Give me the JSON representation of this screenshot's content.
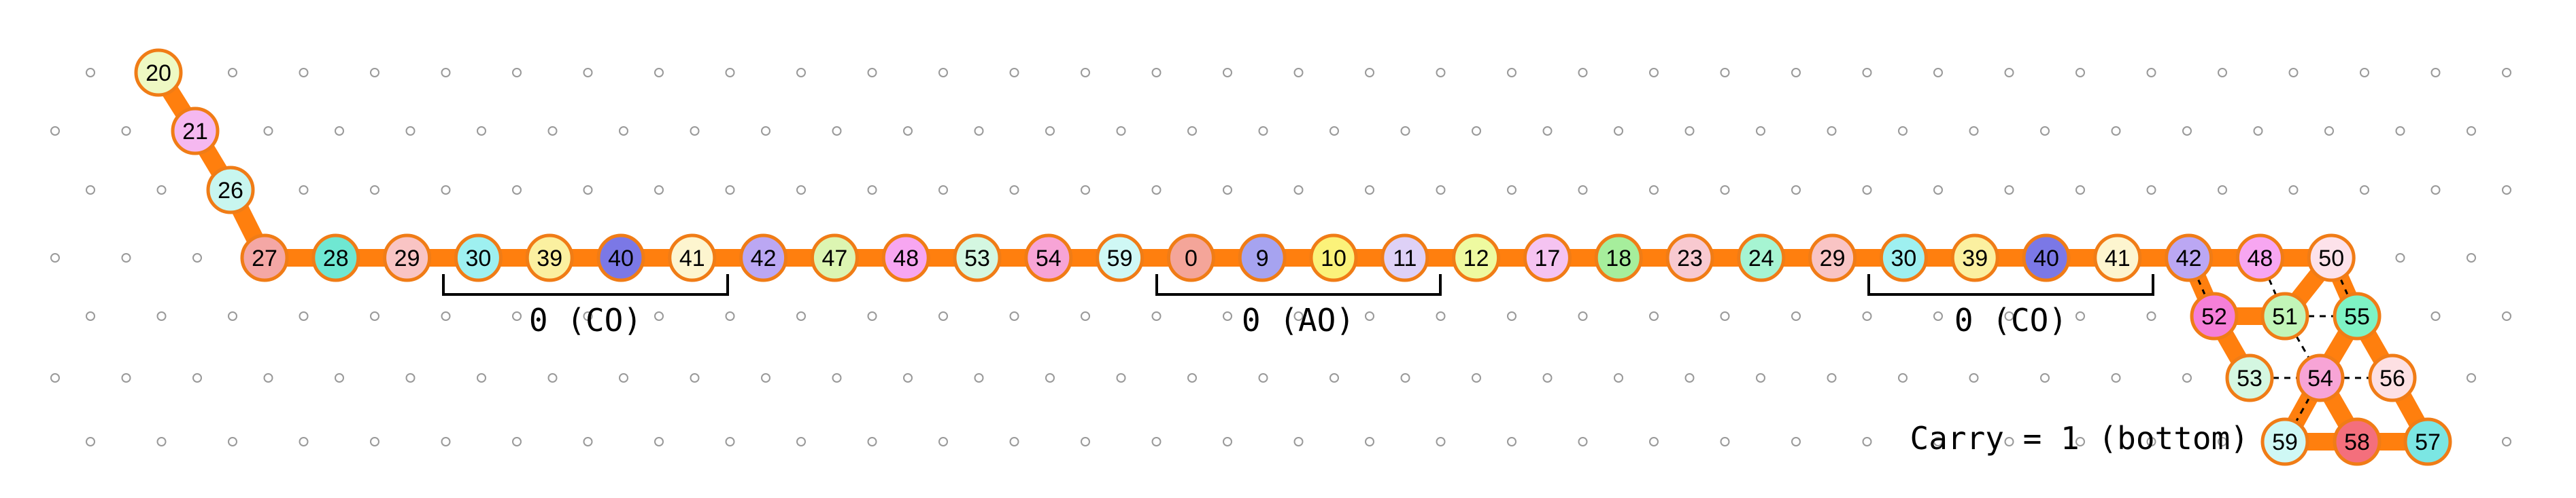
{
  "colors": {
    "path": "#ff7f0e",
    "dot": "#999999",
    "node_border": "#f07c16"
  },
  "path_nodes": [
    {
      "label": "20",
      "color": "#eef9c3"
    },
    {
      "label": "21",
      "color": "#f5b8f0"
    },
    {
      "label": "26",
      "color": "#c8f6ef"
    },
    {
      "label": "27",
      "color": "#f4a7a5"
    },
    {
      "label": "28",
      "color": "#6fe7d2"
    },
    {
      "label": "29",
      "color": "#f9c4c4"
    },
    {
      "label": "30",
      "color": "#9ef0f0"
    },
    {
      "label": "39",
      "color": "#fbf0a0"
    },
    {
      "label": "40",
      "color": "#7b78e6"
    },
    {
      "label": "41",
      "color": "#fdf5cf"
    },
    {
      "label": "42",
      "color": "#bba7f3"
    },
    {
      "label": "47",
      "color": "#dcf5b2"
    },
    {
      "label": "48",
      "color": "#f7a6f1"
    },
    {
      "label": "53",
      "color": "#d4f7e1"
    },
    {
      "label": "54",
      "color": "#f7a4d6"
    },
    {
      "label": "59",
      "color": "#cff8f5"
    },
    {
      "label": "0",
      "color": "#f4a599"
    },
    {
      "label": "9",
      "color": "#a6a3f0"
    },
    {
      "label": "10",
      "color": "#fbf27a"
    },
    {
      "label": "11",
      "color": "#ded1f7"
    },
    {
      "label": "12",
      "color": "#eefaa0"
    },
    {
      "label": "17",
      "color": "#f5c3f1"
    },
    {
      "label": "18",
      "color": "#a6ee9c"
    },
    {
      "label": "23",
      "color": "#f8c9d0"
    },
    {
      "label": "24",
      "color": "#a6f4d2"
    },
    {
      "label": "29",
      "color": "#f9c4c4"
    },
    {
      "label": "30",
      "color": "#9ef0f0"
    },
    {
      "label": "39",
      "color": "#fbf0a0"
    },
    {
      "label": "40",
      "color": "#7b78e6"
    },
    {
      "label": "41",
      "color": "#fdf5cf"
    },
    {
      "label": "42",
      "color": "#bba7f3"
    },
    {
      "label": "48",
      "color": "#f7a6f1"
    },
    {
      "label": "50",
      "color": "#fde2ea"
    }
  ],
  "cluster_nodes": [
    {
      "label": "52",
      "color": "#f57fd8"
    },
    {
      "label": "51",
      "color": "#c2f5b8"
    },
    {
      "label": "55",
      "color": "#7ef3c4"
    },
    {
      "label": "53",
      "color": "#d4f7e1"
    },
    {
      "label": "54",
      "color": "#f7a4d6"
    },
    {
      "label": "56",
      "color": "#fde0e3"
    },
    {
      "label": "59",
      "color": "#cff8f5"
    },
    {
      "label": "58",
      "color": "#f46f7c"
    },
    {
      "label": "57",
      "color": "#7be6e3"
    }
  ],
  "braces": [
    {
      "label": "0 (CO)"
    },
    {
      "label": "0 (AO)"
    },
    {
      "label": "0 (CO)"
    }
  ],
  "carry_label": "Carry = 1 (bottom)"
}
